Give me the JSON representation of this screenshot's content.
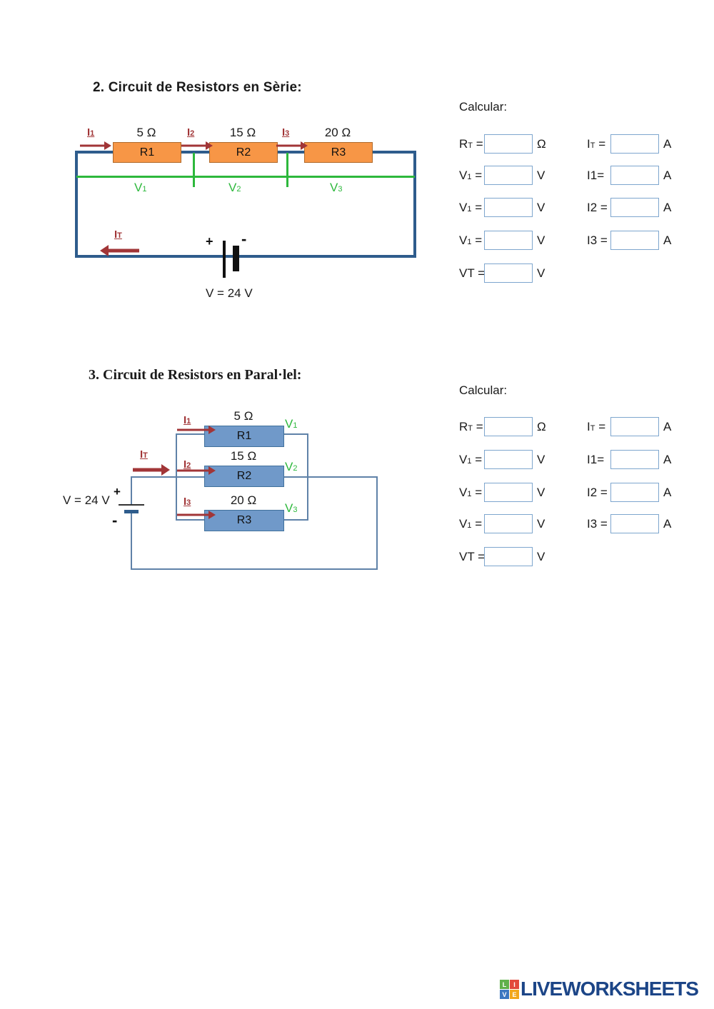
{
  "series": {
    "title": "2. Circuit de Resistors en Sèrie:",
    "resistors": [
      {
        "name": "R1",
        "ohms": "5 Ω"
      },
      {
        "name": "R2",
        "ohms": "15 Ω"
      },
      {
        "name": "R3",
        "ohms": "20 Ω"
      }
    ],
    "currents": [
      {
        "main": "I",
        "sub": "1"
      },
      {
        "main": "I",
        "sub": "2"
      },
      {
        "main": "I",
        "sub": "3"
      }
    ],
    "total_current": {
      "main": "I",
      "sub": "T"
    },
    "voltages": [
      {
        "main": "V",
        "sub": "1"
      },
      {
        "main": "V",
        "sub": "2"
      },
      {
        "main": "V",
        "sub": "3"
      }
    ],
    "battery": {
      "plus": "+",
      "minus": "-",
      "label": "V = 24 V"
    }
  },
  "parallel": {
    "title": "3. Circuit de Resistors en Paral·lel:",
    "resistors": [
      {
        "name": "R1",
        "ohms": "5 Ω"
      },
      {
        "name": "R2",
        "ohms": "15 Ω"
      },
      {
        "name": "R3",
        "ohms": "20 Ω"
      }
    ],
    "currents": [
      {
        "main": "I",
        "sub": "1"
      },
      {
        "main": "I",
        "sub": "2"
      },
      {
        "main": "I",
        "sub": "3"
      }
    ],
    "total_current": {
      "main": "I",
      "sub": "T"
    },
    "voltages": [
      {
        "main": "V",
        "sub": "1"
      },
      {
        "main": "V",
        "sub": "2"
      },
      {
        "main": "V",
        "sub": "3"
      }
    ],
    "battery": {
      "plus": "+",
      "minus": "-",
      "label": "V = 24 V"
    }
  },
  "calc1": {
    "heading": "Calcular:",
    "left": [
      {
        "main": "R",
        "sub": "T",
        "eq": " =",
        "value": "",
        "unit": "Ω"
      },
      {
        "main": "V",
        "sub": "1",
        "eq": " =",
        "value": "",
        "unit": "V"
      },
      {
        "main": "V",
        "sub": "1",
        "eq": " =",
        "value": "",
        "unit": "V"
      },
      {
        "main": "V",
        "sub": "1",
        "eq": " =",
        "value": "",
        "unit": "V"
      },
      {
        "main": "VT",
        "sub": "",
        "eq": " =",
        "value": "",
        "unit": "V"
      }
    ],
    "right": [
      {
        "main": "I",
        "sub": "T",
        "eq": " =",
        "value": "",
        "unit": "A"
      },
      {
        "main": "I1",
        "sub": "",
        "eq": "=",
        "value": "",
        "unit": "A"
      },
      {
        "main": "I2",
        "sub": "",
        "eq": " =",
        "value": "",
        "unit": "A"
      },
      {
        "main": "I3",
        "sub": "",
        "eq": " =",
        "value": "",
        "unit": "A"
      }
    ]
  },
  "calc2": {
    "heading": "Calcular:",
    "left": [
      {
        "main": "R",
        "sub": "T",
        "eq": " =",
        "value": "",
        "unit": "Ω"
      },
      {
        "main": "V",
        "sub": "1",
        "eq": " =",
        "value": "",
        "unit": "V"
      },
      {
        "main": "V",
        "sub": "1",
        "eq": " =",
        "value": "",
        "unit": "V"
      },
      {
        "main": "V",
        "sub": "1",
        "eq": " =",
        "value": "",
        "unit": "V"
      },
      {
        "main": "VT",
        "sub": "",
        "eq": " =",
        "value": "",
        "unit": "V"
      }
    ],
    "right": [
      {
        "main": "I",
        "sub": "T",
        "eq": " =",
        "value": "",
        "unit": "A"
      },
      {
        "main": "I1",
        "sub": "",
        "eq": "=",
        "value": "",
        "unit": "A"
      },
      {
        "main": "I2",
        "sub": "",
        "eq": " =",
        "value": "",
        "unit": "A"
      },
      {
        "main": "I3",
        "sub": "",
        "eq": " =",
        "value": "",
        "unit": "A"
      }
    ]
  },
  "footer": {
    "logo_tiles": [
      {
        "letter": "L",
        "color": "#5fb04a"
      },
      {
        "letter": "I",
        "color": "#e2493b"
      },
      {
        "letter": "V",
        "color": "#3c77c0"
      },
      {
        "letter": "E",
        "color": "#f2a71b"
      }
    ],
    "logo_text": "LIVEWORKSHEETS"
  },
  "colors": {
    "series_wire": "#2e5c8c",
    "parallel_wire": "#5f82a8",
    "series_resistor_fill": "#f79646",
    "parallel_resistor_fill": "#7099c9",
    "current_arrow": "#a13537",
    "voltage_green": "#2db83c",
    "input_border": "#7ea6ce",
    "logo_blue": "#1c4587"
  }
}
